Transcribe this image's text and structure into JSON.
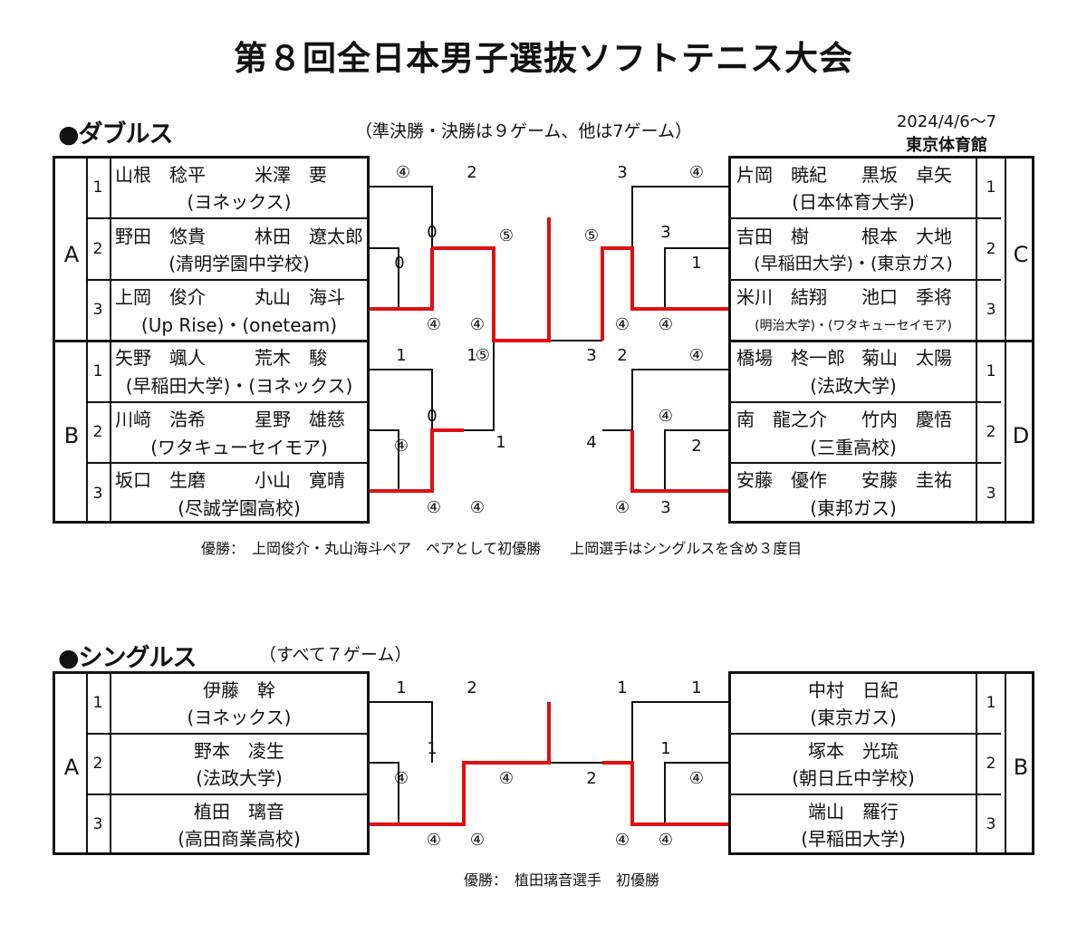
{
  "title": "第８回全日本男子選抜ソフトテニス大会",
  "event_info": {
    "date": "2024/4/6〜7",
    "venue": "東京体育館"
  },
  "doubles": {
    "heading": "●ダブルス",
    "note": "（準決勝・決勝は９ゲーム、他は7ゲーム）",
    "left_groups": [
      {
        "label": "A",
        "seeds": [
          "1",
          "2",
          "3"
        ]
      },
      {
        "label": "B",
        "seeds": [
          "1",
          "2",
          "3"
        ]
      }
    ],
    "right_groups": [
      {
        "label": "C",
        "seeds": [
          "1",
          "2",
          "3"
        ]
      },
      {
        "label": "D",
        "seeds": [
          "1",
          "2",
          "3"
        ]
      }
    ],
    "left_entries": [
      {
        "p1": "山根　稔平",
        "p2": "米澤　要",
        "aff": "(ヨネックス)"
      },
      {
        "p1": "野田　悠貴",
        "p2": "林田　遼太郎",
        "aff": "(清明学園中学校)"
      },
      {
        "p1": "上岡　俊介",
        "p2": "丸山　海斗",
        "aff": "(Up Rise)・(oneteam)"
      },
      {
        "p1": "矢野　颯人",
        "p2": "荒木　駿",
        "aff": "(早稲田大学)・(ヨネックス)"
      },
      {
        "p1": "川﨑　浩希",
        "p2": "星野　雄慈",
        "aff": "(ワタキューセイモア)"
      },
      {
        "p1": "坂口　生磨",
        "p2": "小山　寛晴",
        "aff": "(尽誠学園高校)"
      }
    ],
    "right_entries": [
      {
        "p1": "片岡　暁紀",
        "p2": "黒坂　卓矢",
        "aff": "(日本体育大学)"
      },
      {
        "p1": "吉田　樹",
        "p2": "根本　大地",
        "aff": "(早稲田大学)・(東京ガス)"
      },
      {
        "p1": "米川　結翔",
        "p2": "池口　季将",
        "aff": "(明治大学)・(ワタキューセイモア)"
      },
      {
        "p1": "橋場　柊一郎",
        "p2": "菊山　太陽",
        "aff": "(法政大学)"
      },
      {
        "p1": "南　龍之介",
        "p2": "竹内　慶悟",
        "aff": "(三重高校)"
      },
      {
        "p1": "安藤　優作",
        "p2": "安藤　圭祐",
        "aff": "(東邦ガス)"
      }
    ],
    "scores": {
      "left": [
        "④",
        "2",
        "0",
        "0",
        "⑤",
        "④",
        "④",
        "⑤",
        "1",
        "1",
        "0",
        "④",
        "1",
        "④",
        "④"
      ],
      "right": [
        "3",
        "④",
        "3",
        "1",
        "⑤",
        "④",
        "④",
        "3",
        "2",
        "④",
        "④",
        "2",
        "4",
        "④",
        "3"
      ]
    },
    "result": "優勝：　上岡俊介・丸山海斗ペア　ペアとして初優勝　　上岡選手はシングルスを含め３度目"
  },
  "singles": {
    "heading": "●シングルス",
    "note": "（すべて７ゲーム）",
    "left_group": {
      "label": "A",
      "seeds": [
        "1",
        "2",
        "3"
      ]
    },
    "right_group": {
      "label": "B",
      "seeds": [
        "1",
        "2",
        "3"
      ]
    },
    "left_entries": [
      {
        "name": "伊藤　幹",
        "aff": "(ヨネックス)"
      },
      {
        "name": "野本　凌生",
        "aff": "(法政大学)"
      },
      {
        "name": "植田　璃音",
        "aff": "(高田商業高校)"
      }
    ],
    "right_entries": [
      {
        "name": "中村　日紀",
        "aff": "(東京ガス)"
      },
      {
        "name": "塚本　光琉",
        "aff": "(朝日丘中学校)"
      },
      {
        "name": "端山　羅行",
        "aff": "(早稲田大学)"
      }
    ],
    "scores": {
      "left": [
        "1",
        "2",
        "1",
        "④",
        "④",
        "④",
        "④"
      ],
      "right": [
        "1",
        "1",
        "1",
        "④",
        "2",
        "④",
        "④"
      ]
    },
    "result": "優勝：　植田璃音選手　初優勝"
  }
}
